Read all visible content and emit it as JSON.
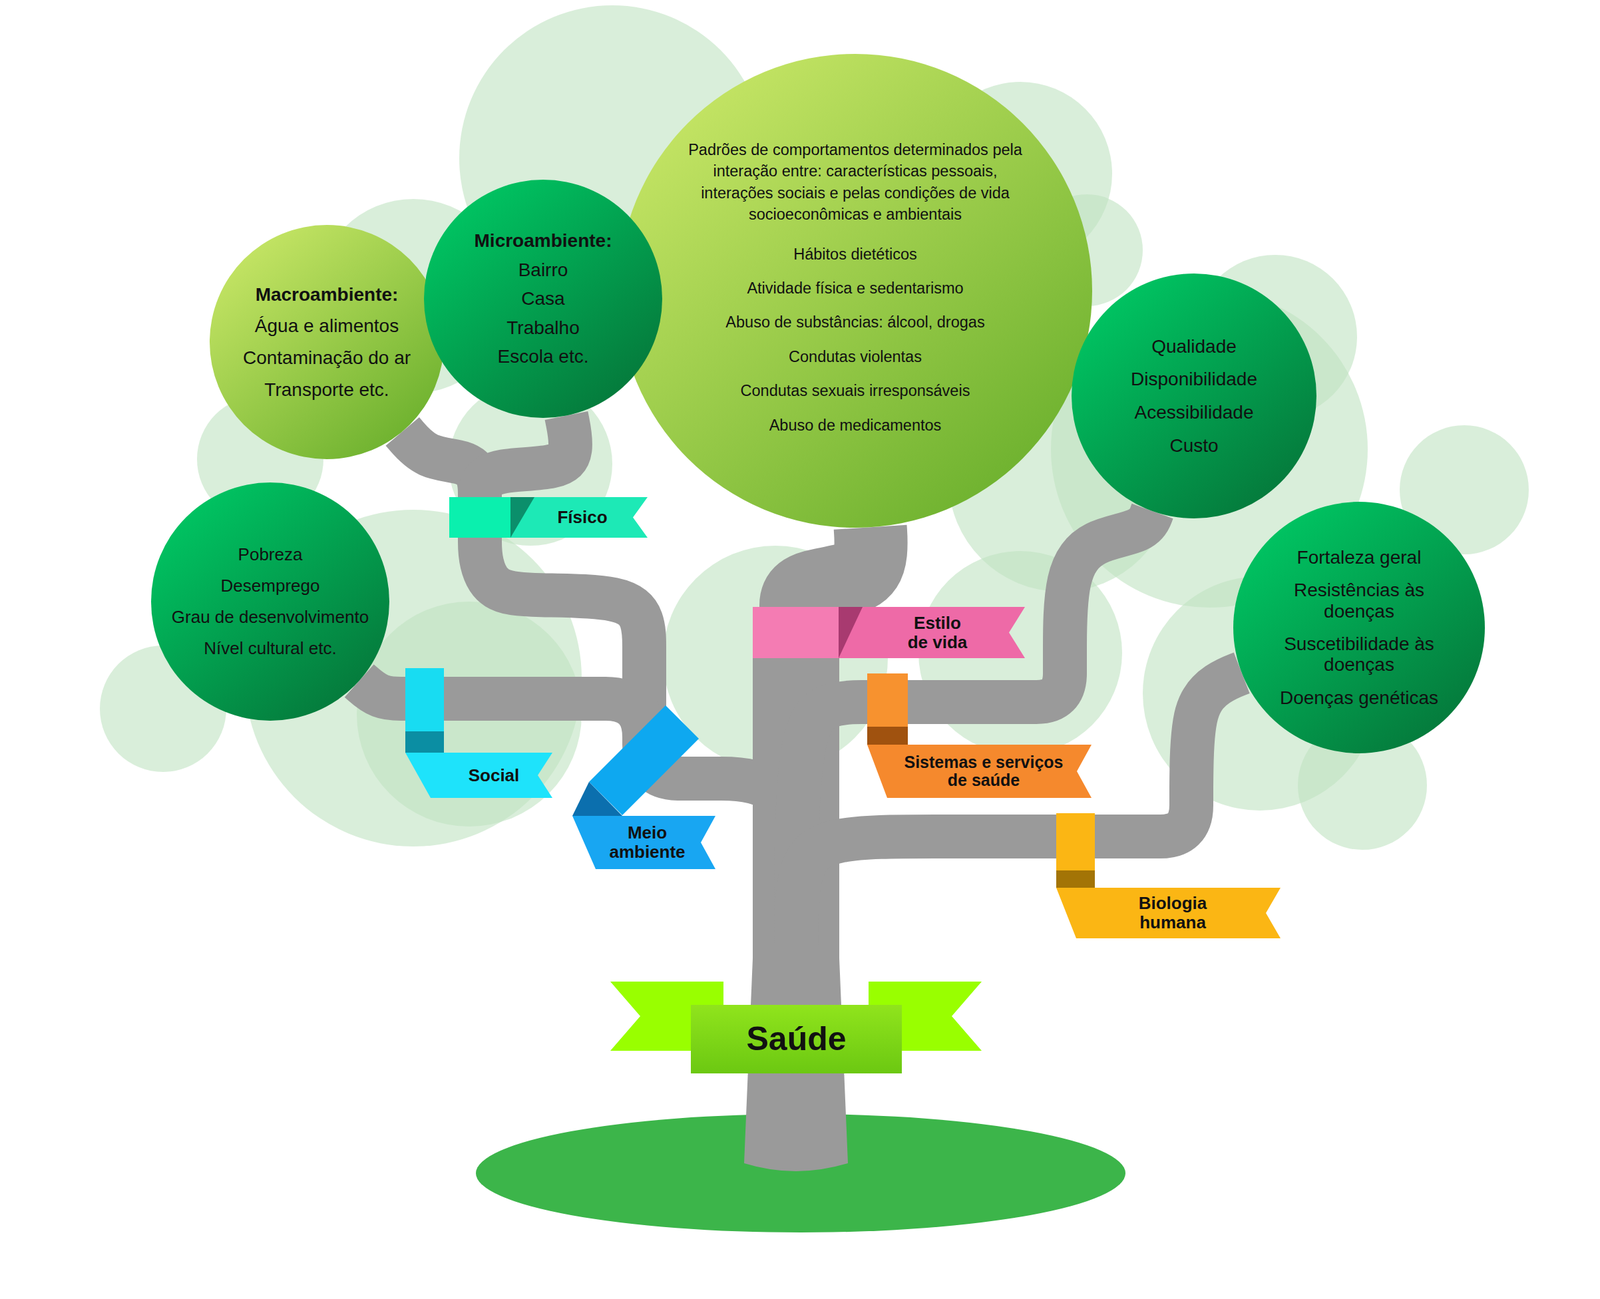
{
  "diagram": {
    "nodes": [
      {
        "text": [
          "Macroambiente:",
          "Água e alimentos",
          "Contaminação do ar",
          "Transporte etc."
        ]
      },
      {
        "text": [
          "Microambiente:",
          "Bairro",
          "Casa",
          "Trabalho",
          "Escola etc."
        ]
      },
      {
        "text": [
          "Padrões de comportamentos determinados pela interação entre: características pessoais, interações sociais e pelas condições de vida socioeconômicas e ambientais",
          "Hábitos dietéticos",
          "Atividade física e sedentarismo",
          "Abuso de substâncias: álcool, drogas",
          "Condutas violentas",
          "Condutas sexuais irresponsáveis",
          "Abuso de medicamentos"
        ]
      },
      {
        "text": [
          "Qualidade",
          "Disponibilidade",
          "Acessibilidade",
          "Custo"
        ]
      },
      {
        "text": [
          "Físico"
        ]
      },
      {
        "text": [
          "Pobreza",
          "Desemprego",
          "Grau de desenvolvimento",
          "Nível cultural etc."
        ]
      },
      {
        "text": [
          "Fortaleza geral",
          "Resistências às doenças",
          "Suscetibilidade às doenças",
          "Doenças genéticas"
        ]
      },
      {
        "text": [
          "Estilo de vida"
        ]
      },
      {
        "text": [
          "Social"
        ]
      },
      {
        "text": [
          "Sistemas e serviços de saúde"
        ]
      },
      {
        "text": [
          "Meio ambiente"
        ]
      },
      {
        "text": [
          "Biologia humana"
        ]
      },
      {
        "text": [
          "Saúde"
        ]
      }
    ],
    "edges": [
      {
        "from": 0,
        "to": 4,
        "arrow": "none"
      },
      {
        "from": 1,
        "to": 4,
        "arrow": "none"
      },
      {
        "from": 4,
        "to": 10,
        "arrow": "none"
      },
      {
        "from": 5,
        "to": 8,
        "arrow": "none"
      },
      {
        "from": 8,
        "to": 10,
        "arrow": "none"
      },
      {
        "from": 10,
        "to": 12,
        "arrow": "none"
      },
      {
        "from": 2,
        "to": 7,
        "arrow": "none"
      },
      {
        "from": 7,
        "to": 12,
        "arrow": "none"
      },
      {
        "from": 3,
        "to": 9,
        "arrow": "none"
      },
      {
        "from": 9,
        "to": 12,
        "arrow": "none"
      },
      {
        "from": 6,
        "to": 11,
        "arrow": "none"
      },
      {
        "from": 11,
        "to": 12,
        "arrow": "none"
      }
    ]
  }
}
